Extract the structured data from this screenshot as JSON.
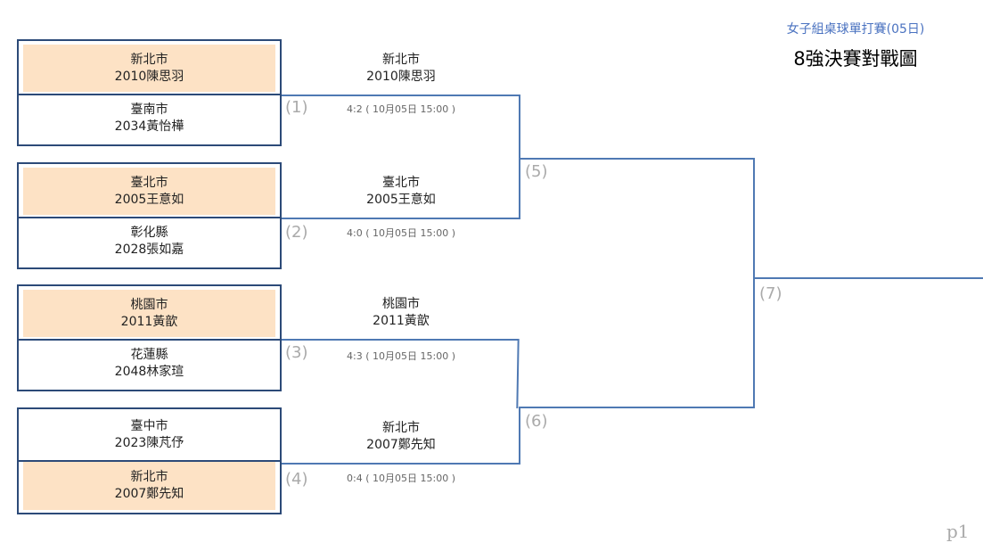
{
  "header": {
    "subtitle": "女子組桌球單打賽(05日)",
    "title": "8強決賽對戰圖"
  },
  "page_label": "p1",
  "matches": [
    {
      "number": "(1)",
      "player_top": {
        "city": "新北市",
        "name": "2010陳思羽"
      },
      "player_bottom": {
        "city": "臺南市",
        "name": "2034黃怡樺"
      },
      "winner": {
        "city": "新北市",
        "name": "2010陳思羽"
      },
      "score": "4:2 ( 10月05日 15:00 )"
    },
    {
      "number": "(2)",
      "player_top": {
        "city": "臺北市",
        "name": "2005王意如"
      },
      "player_bottom": {
        "city": "彰化縣",
        "name": "2028張如嘉"
      },
      "winner": {
        "city": "臺北市",
        "name": "2005王意如"
      },
      "score": "4:0 ( 10月05日 15:00 )"
    },
    {
      "number": "(3)",
      "player_top": {
        "city": "桃園市",
        "name": "2011黃歆"
      },
      "player_bottom": {
        "city": "花蓮縣",
        "name": "2048林家瑄"
      },
      "winner": {
        "city": "桃園市",
        "name": "2011黃歆"
      },
      "score": "4:3 ( 10月05日 15:00 )"
    },
    {
      "number": "(4)",
      "player_top": {
        "city": "臺中市",
        "name": "2023陳芃伃"
      },
      "player_bottom": {
        "city": "新北市",
        "name": "2007鄭先知"
      },
      "winner": {
        "city": "新北市",
        "name": "2007鄭先知"
      },
      "score": "0:4 ( 10月05日 15:00 )"
    }
  ],
  "later_rounds": {
    "semi_1": "(5)",
    "semi_2": "(6)",
    "final": "(7)"
  }
}
